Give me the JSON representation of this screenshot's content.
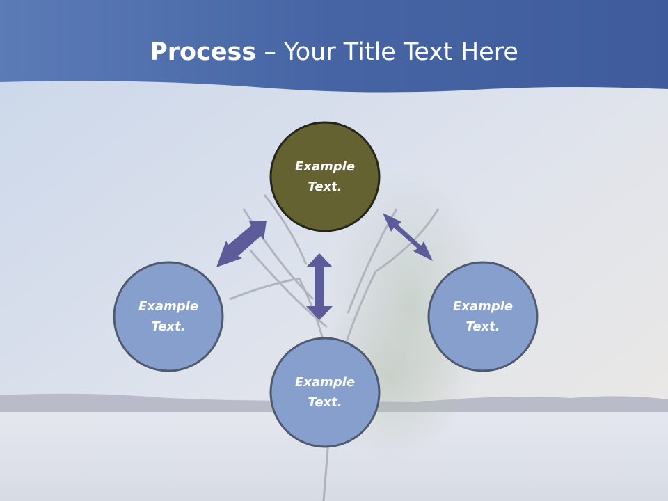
{
  "title": {
    "bold": "Process",
    "rest": " – Your Title Text Here"
  },
  "nodes": {
    "top": {
      "line1": "Example",
      "line2": "Text."
    },
    "left": {
      "line1": "Example",
      "line2": "Text."
    },
    "bottom": {
      "line1": "Example",
      "line2": "Text."
    },
    "right": {
      "line1": "Example",
      "line2": "Text."
    }
  },
  "colors": {
    "header": "#4a6aa8",
    "top_node_fill": "#656232",
    "node_fill": "#879fcc",
    "node_stroke": "#4e5a70",
    "arrow": "#5c5c9a"
  }
}
